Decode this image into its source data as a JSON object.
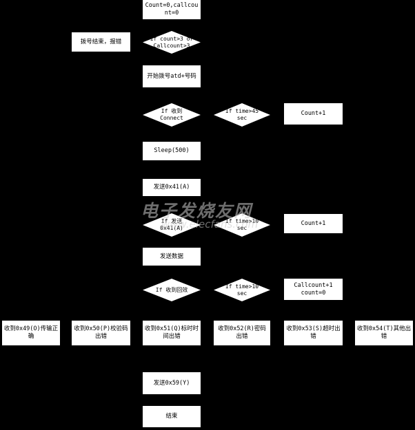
{
  "nodes": {
    "init": "Count=0,callcount=0",
    "dial_end": "拨号结束，报错",
    "check_limits": "If count>3 or\nCallcount>3",
    "start_dial": "开始拨号atd+号码",
    "if_connect": "If  收到\nConnect",
    "time45": "If time>45\nsec",
    "count_inc_1": "Count+1",
    "sleep": "Sleep(500)",
    "send_41": "发送0x41(A)",
    "if_sendA": "If  发送\n0x41(A)",
    "time10_a": "If time>10\nsec",
    "count_inc_2": "Count+1",
    "send_data": "发送数据",
    "if_reply": "If  收到回效",
    "time10_b": "If time>10\nsec",
    "callcount_inc": "Callcount+1\ncount=0",
    "r49": "收到0x49(O)传输正确",
    "r50": "收到0x50(P)校验码出错",
    "r51": "收到0x51(Q)标时时间出错",
    "r52": "收到0x52(R)密码出错",
    "r53": "收到0x53(S)超时出错",
    "r54": "收到0x54(T)其他出错",
    "send_59": "发送0x59(Y)",
    "end": "结束"
  },
  "watermark": {
    "cn": "电子发烧友网",
    "url": "www.elecfans.com"
  },
  "colors": {
    "background": "#000000",
    "node_fill": "#ffffff"
  }
}
